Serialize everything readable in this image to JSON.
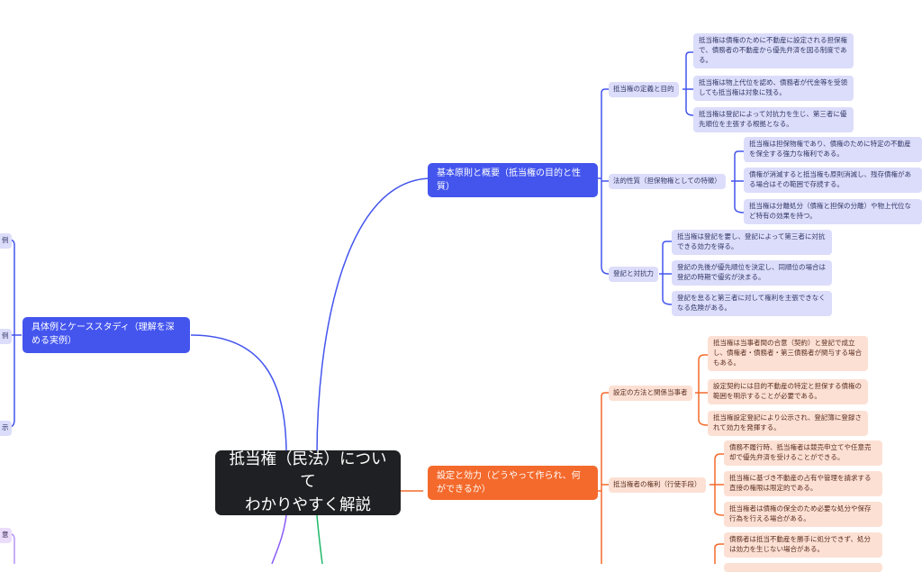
{
  "root": {
    "title": "抵当権（民法）について\nわかりやすく解説"
  },
  "colors": {
    "blue": "#4455ee",
    "orange": "#f46a2c",
    "purple": "#8b5cf6",
    "green": "#1fb86a",
    "root_bg": "#1f2023"
  },
  "branches": {
    "basics": {
      "label": "基本原則と概要（抵当権の目的と性質）",
      "subs": [
        {
          "label": "抵当権の定義と目的",
          "leaves": [
            "抵当権は債権のために不動産に設定される担保権で、債務者の不動産から優先弁済を図る制度である。",
            "抵当権は物上代位を認め、債務者が代金等を受領しても抵当権は対象に残る。",
            "抵当権は登記によって対抗力を生じ、第三者に優先順位を主張する根拠となる。"
          ]
        },
        {
          "label": "法的性質（担保物権としての特徴）",
          "leaves": [
            "抵当権は担保物権であり、債権のために特定の不動産を保全する強力な権利である。",
            "債権が消滅すると抵当権も原則消滅し、残存債権がある場合はその範囲で存続する。",
            "抵当権は分離処分（債権と担保の分離）や物上代位など特有の効果を持つ。"
          ]
        },
        {
          "label": "登記と対抗力",
          "leaves": [
            "抵当権は登記を要し、登記によって第三者に対抗できる効力を得る。",
            "登記の先後が優先順位を決定し、同順位の場合は登記の時期で優劣が決まる。",
            "登記を怠ると第三者に対して権利を主張できなくなる危険がある。"
          ]
        }
      ]
    },
    "effects": {
      "label": "設定と効力（どうやって作られ、何ができるか）",
      "subs": [
        {
          "label": "設定の方法と関係当事者",
          "leaves": [
            "抵当権は当事者間の合意（契約）と登記で成立し、債権者・債務者・第三債務者が関与する場合もある。",
            "設定契約には目的不動産の特定と担保する債権の範囲を明示することが必要である。",
            "抵当権設定登記により公示され、登記簿に登録されて効力を発揮する。"
          ]
        },
        {
          "label": "抵当権者の権利（行使手段）",
          "leaves": [
            "債務不履行時、抵当権者は競売申立てや任意売却で優先弁済を受けることができる。",
            "抵当権に基づき不動産の占有や管理を請求する直接の権限は限定的である。",
            "抵当権者は債権の保全のため必要な処分や保存行為を行える場合がある。"
          ]
        },
        {
          "label": "",
          "leaves": [
            "債務者は抵当不動産を勝手に処分できず、処分は効力を生じない場合がある。"
          ]
        }
      ]
    },
    "cases": {
      "label": "具体例とケーススタディ（理解を深める実例）",
      "subs_clipped": [
        "例",
        "例",
        "示"
      ]
    },
    "purple_clipped": {
      "sub_clipped": "意"
    }
  }
}
